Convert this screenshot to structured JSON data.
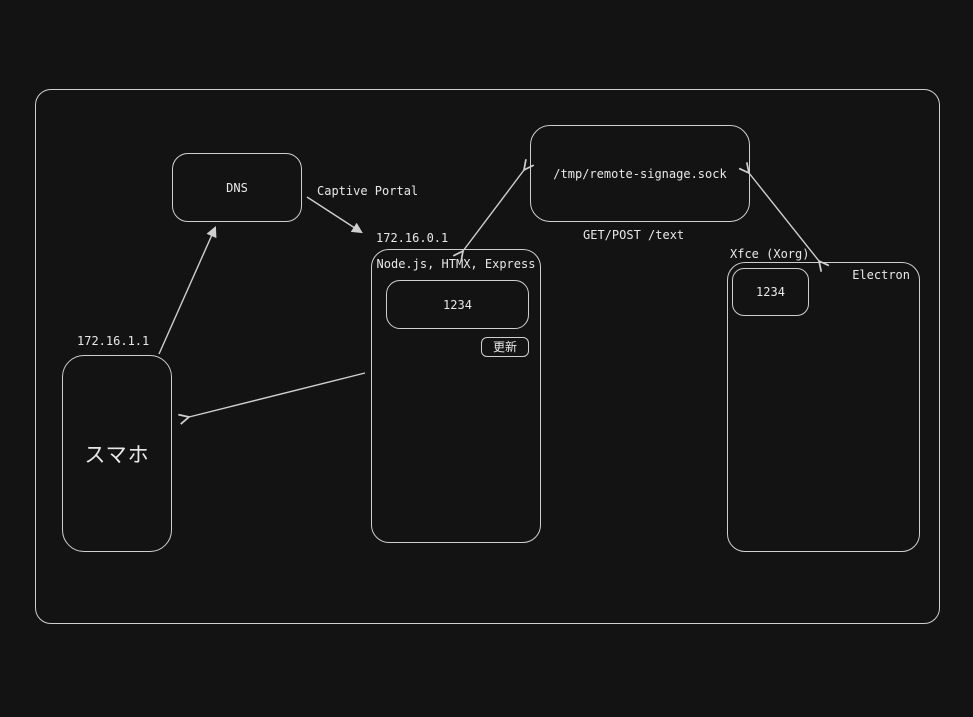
{
  "colors": {
    "background": "#131313",
    "stroke": "#cfcfcf",
    "text": "#e8e8e8"
  },
  "nodes": {
    "dns": {
      "label": "DNS"
    },
    "smartphone": {
      "label": "スマホ",
      "ip_label": "172.16.1.1"
    },
    "server": {
      "title": "Node.js, HTMX, Express",
      "ip_label": "172.16.0.1",
      "input_value": "1234",
      "update_button": "更新"
    },
    "socket": {
      "label": "/tmp/remote-signage.sock"
    },
    "display": {
      "env_label": "Xfce (Xorg)",
      "app_label": "Electron",
      "value": "1234"
    }
  },
  "edges": {
    "captive_portal_label": "Captive Portal",
    "get_post_label": "GET/POST /text"
  }
}
